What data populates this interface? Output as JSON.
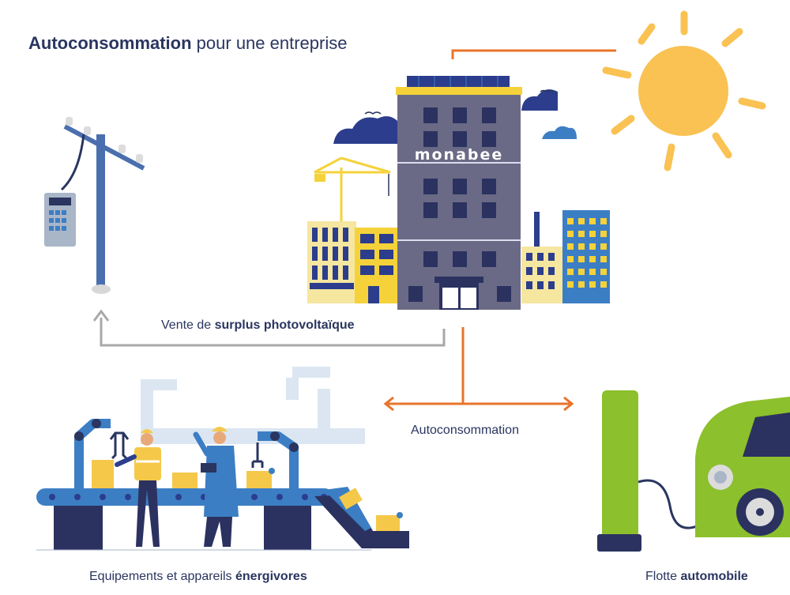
{
  "title": {
    "bold": "Autoconsommation",
    "rest": " pour une entreprise"
  },
  "building": {
    "brand": "monabee"
  },
  "labels": {
    "surplus": {
      "prefix": "Vente de ",
      "bold": "surplus photovoltaïque"
    },
    "autoconsommation": "Autoconsommation",
    "equipements": {
      "prefix": "Equipements et appareils ",
      "bold": "énergivores"
    },
    "flotte": {
      "prefix": "Flotte ",
      "bold": "automobile"
    }
  },
  "colors": {
    "navy": "#2a3560",
    "orange": "#e8742a",
    "grey_arrow": "#a8a8a8",
    "sun": "#f9c253",
    "building": "#6b6a86",
    "yellow": "#f5d23a",
    "blue": "#3c7ec4",
    "green": "#8cc02c"
  }
}
